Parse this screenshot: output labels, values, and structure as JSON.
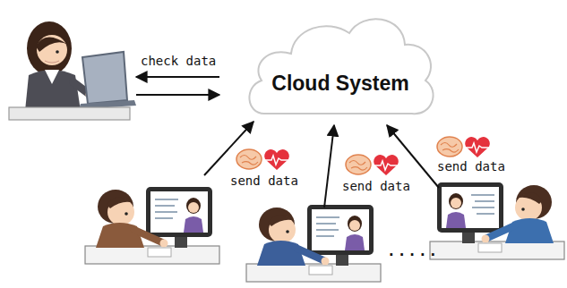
{
  "diagram": {
    "nodes": [
      {
        "text": [
          "Cloud System"
        ]
      }
    ],
    "labels": [
      "check data",
      "send data",
      "send data",
      "send data",
      "....."
    ]
  }
}
